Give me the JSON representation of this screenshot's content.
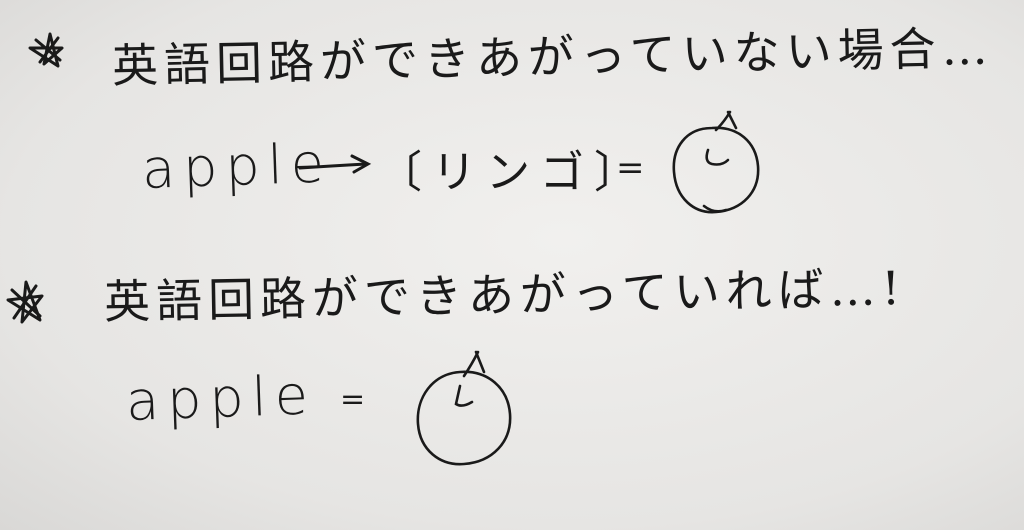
{
  "note": {
    "case_without": {
      "heading": "英語回路ができあがっていない場合…",
      "word": "apple",
      "translation": "〔リンゴ〕",
      "equals": "="
    },
    "case_with": {
      "heading": "英語回路ができあがっていれば…!",
      "word": "apple",
      "equals": "="
    }
  },
  "icons": {
    "bullet": "star-icon",
    "arrow": "arrow-right-icon",
    "picture": "apple-drawing-icon"
  },
  "colors": {
    "paper": "#e9e8e6",
    "ink": "#1a1a1a"
  }
}
